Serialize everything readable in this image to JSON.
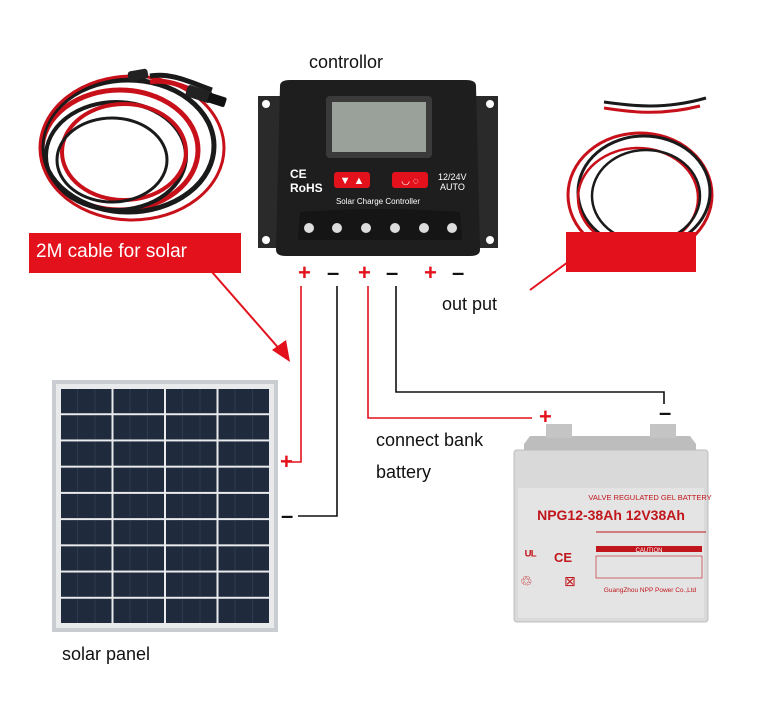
{
  "labels": {
    "controller": "controllor",
    "cable": "2M cable for  solar",
    "output": "out put",
    "battery_line1": "connect bank",
    "battery_line2": "battery",
    "panel": "solar panel"
  },
  "signs": {
    "plus": "+",
    "minus": "–"
  },
  "controller_device": {
    "ce": "CE",
    "rohs": "RoHS",
    "title": "Solar Charge Controller",
    "voltage_line1": "12/24V",
    "voltage_line2": "AUTO"
  },
  "battery_device": {
    "top_label": "VALVE REGULATED GEL BATTERY",
    "model": "NPG12-38Ah 12V38Ah",
    "caution": "CAUTION",
    "maker": "GuangZhou NPP Power Co.,Ltd"
  },
  "colors": {
    "wire_red": "#e3111b",
    "wire_black": "#111111",
    "controller_body": "#1e1e1e",
    "battery_body": "#d9d9d9",
    "panel_cell": "#1f2a3c"
  }
}
